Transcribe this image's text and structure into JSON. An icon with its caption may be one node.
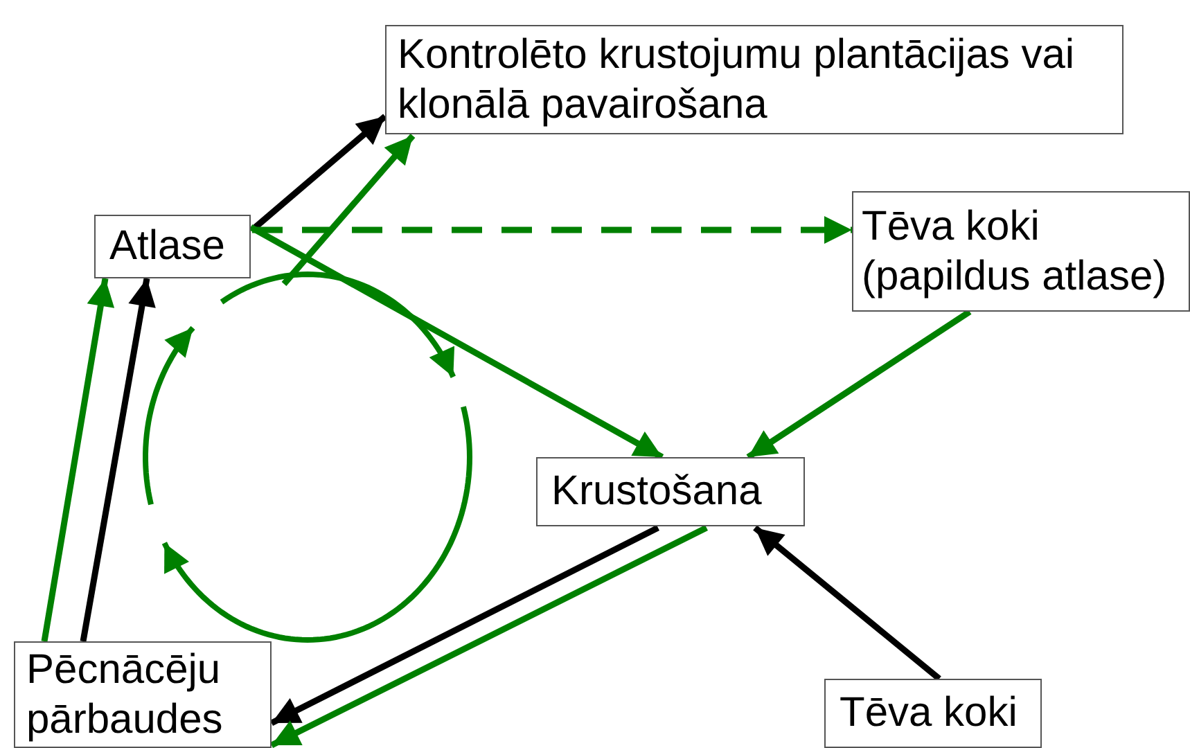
{
  "diagram": {
    "nodes": [
      {
        "text": [
          "Atlase"
        ]
      },
      {
        "text": [
          "Kontrolēto krustojumu plantācijas vai klonālā pavairošana"
        ]
      },
      {
        "text": [
          "Tēva koki (papildus atlase)"
        ]
      },
      {
        "text": [
          "Krustošana"
        ]
      },
      {
        "text": [
          "Pēcnācēju pārbaudes"
        ]
      },
      {
        "text": [
          "Tēva koki"
        ]
      }
    ],
    "edges": [
      {
        "from": 0,
        "to": 1,
        "arrow": "to",
        "color": "#000000"
      },
      {
        "from": null,
        "to": 1,
        "arrow": "to"
      },
      {
        "from": 0,
        "to": 2,
        "arrow": "to",
        "style": "dashed"
      },
      {
        "from": 0,
        "to": 3,
        "arrow": "to"
      },
      {
        "from": 2,
        "to": 3,
        "arrow": "to"
      },
      {
        "from": 3,
        "to": 4,
        "arrow": "to",
        "color": "#000000"
      },
      {
        "from": 3,
        "to": 4,
        "arrow": "to"
      },
      {
        "from": 5,
        "to": 3,
        "arrow": "to",
        "color": "#000000"
      },
      {
        "from": 4,
        "to": 0,
        "arrow": "to"
      },
      {
        "from": 4,
        "to": 0,
        "arrow": "to",
        "color": "#000000"
      }
    ]
  }
}
